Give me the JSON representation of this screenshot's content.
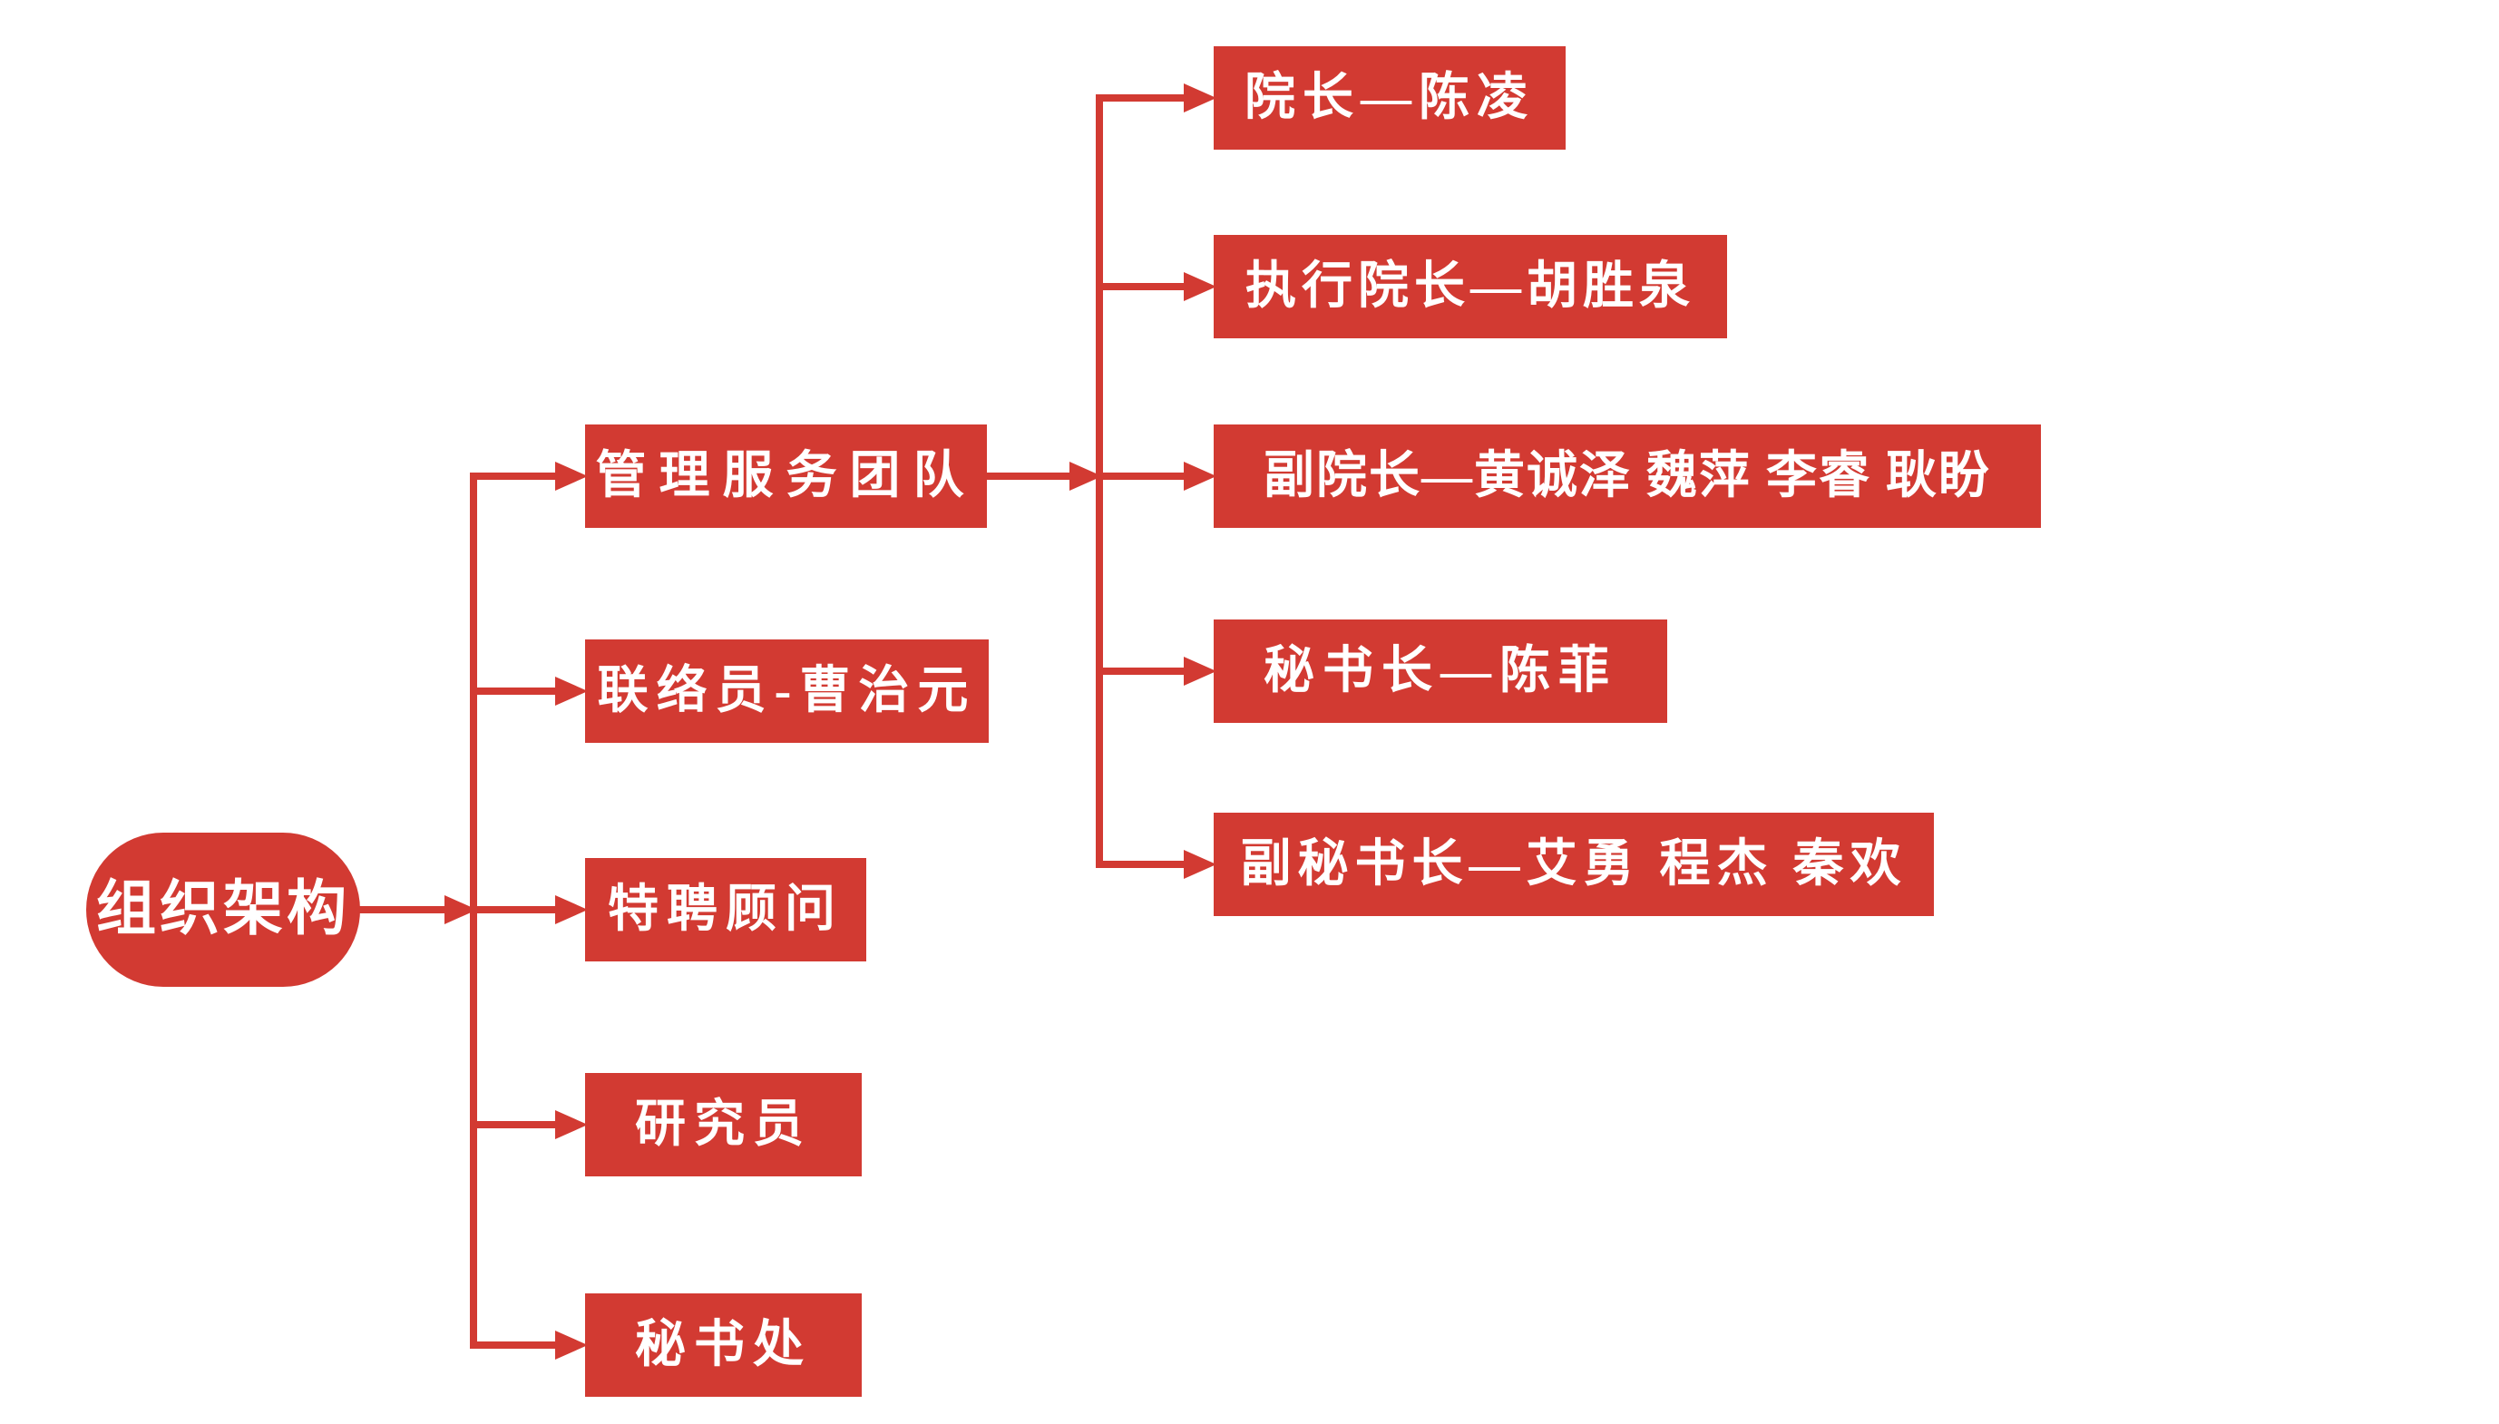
{
  "colors": {
    "accent": "#D23A32",
    "text_on_accent": "#FFFFFF",
    "background": "#FFFFFF"
  },
  "diagram": {
    "root": {
      "label": "组织架构"
    },
    "level1": [
      {
        "label": "管理服务团队"
      },
      {
        "label": "联络员-曹治元"
      },
      {
        "label": "特聘顾问"
      },
      {
        "label": "研究员"
      },
      {
        "label": "秘书处"
      }
    ],
    "level2": [
      {
        "label": "院长—陈凌"
      },
      {
        "label": "执行院长—胡胜泉"
      },
      {
        "label": "副院长—黄诚泽 魏萍 李睿 耿盼"
      },
      {
        "label": "秘书长—陈菲"
      },
      {
        "label": "副秘书长—艾勇 程杰 秦欢"
      }
    ]
  }
}
